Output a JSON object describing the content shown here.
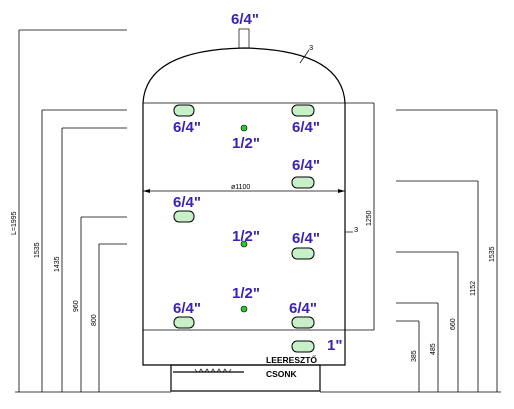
{
  "labels": {
    "top_connection": "6/4\"",
    "left_upper": "6/4\"",
    "right_upper": "6/4\"",
    "sensor_upper": "1/2\"",
    "right_middle": "6/4\"",
    "left_middle": "6/4\"",
    "sensor_middle": "1/2\"",
    "right_middle_lower": "6/4\"",
    "sensor_lower": "1/2\"",
    "left_lower": "6/4\"",
    "right_lower": "6/4\"",
    "bottom_right": "1\"",
    "diameter": "ø1100",
    "drain_line1": "LEERESZTŐ",
    "drain_line2": "CSONK",
    "thickness_top": "3",
    "thickness_side": "3"
  },
  "dimensions": {
    "left": [
      "L=1995",
      "1535",
      "1435",
      "960",
      "800"
    ],
    "right_inner": "1250",
    "right": [
      "385",
      "485",
      "660",
      "1152",
      "1535"
    ]
  }
}
